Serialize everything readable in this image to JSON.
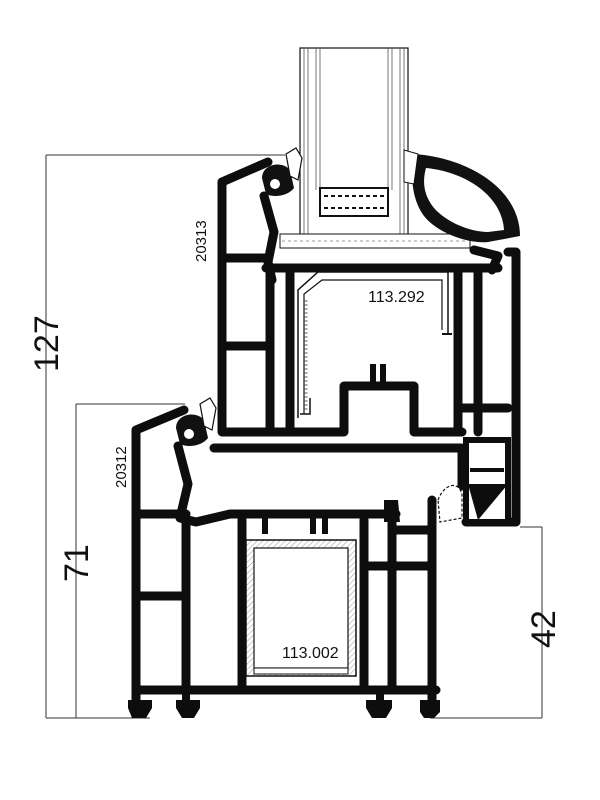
{
  "dimensions": {
    "total_height": "127",
    "sash_height": "71",
    "frame_lower": "42"
  },
  "profiles": {
    "sash_profile": "20313",
    "frame_profile": "20312"
  },
  "reinforcements": {
    "sash_steel": "113.292",
    "frame_steel": "113.002"
  },
  "colors": {
    "profile": "#0d0d0d",
    "dimension_line": "#333333",
    "glass_hatch": "#888888",
    "background": "#ffffff"
  }
}
